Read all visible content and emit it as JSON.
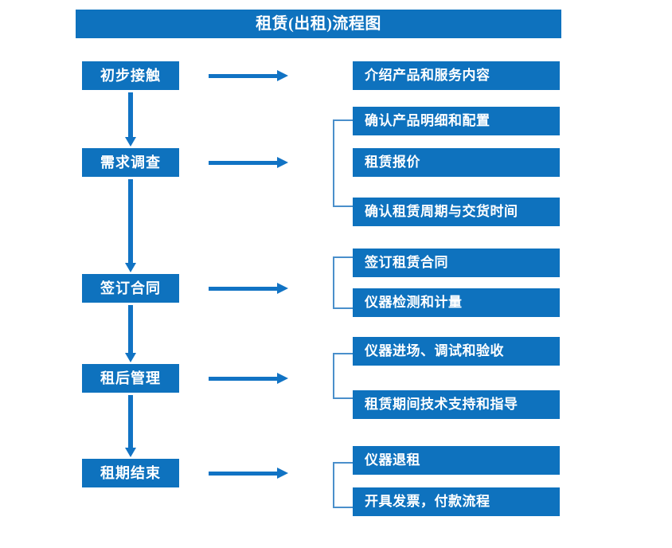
{
  "title": "租赁(出租)流程图",
  "colors": {
    "primary_blue": "#0E72BE",
    "arrow_blue": "#1173C4",
    "bracket_blue": "#4A8FCB",
    "background": "#FFFFFF",
    "text": "#FFFFFF"
  },
  "stages": [
    {
      "label": "初步接触"
    },
    {
      "label": "需求调查"
    },
    {
      "label": "签订合同"
    },
    {
      "label": "租后管理"
    },
    {
      "label": "租期结束"
    }
  ],
  "details": [
    {
      "label": "介绍产品和服务内容"
    },
    {
      "label": "确认产品明细和配置"
    },
    {
      "label": "租赁报价"
    },
    {
      "label": "确认租赁周期与交货时间"
    },
    {
      "label": "签订租赁合同"
    },
    {
      "label": "仪器检测和计量"
    },
    {
      "label": "仪器进场、调试和验收"
    },
    {
      "label": "租赁期间技术支持和指导"
    },
    {
      "label": "仪器退租"
    },
    {
      "label": "开具发票，付款流程"
    }
  ],
  "chart_data": {
    "type": "diagram",
    "title": "租赁(出租)流程图",
    "diagram_kind": "flowchart",
    "orientation": "vertical-with-side-branches",
    "nodes": [
      {
        "id": "s1",
        "label": "初步接触",
        "column": "stage",
        "order": 1
      },
      {
        "id": "s2",
        "label": "需求调查",
        "column": "stage",
        "order": 2
      },
      {
        "id": "s3",
        "label": "签订合同",
        "column": "stage",
        "order": 3
      },
      {
        "id": "s4",
        "label": "租后管理",
        "column": "stage",
        "order": 4
      },
      {
        "id": "s5",
        "label": "租期结束",
        "column": "stage",
        "order": 5
      },
      {
        "id": "d1",
        "label": "介绍产品和服务内容",
        "column": "detail",
        "group": 1
      },
      {
        "id": "d2",
        "label": "确认产品明细和配置",
        "column": "detail",
        "group": 2
      },
      {
        "id": "d3",
        "label": "租赁报价",
        "column": "detail",
        "group": 2
      },
      {
        "id": "d4",
        "label": "确认租赁周期与交货时间",
        "column": "detail",
        "group": 2
      },
      {
        "id": "d5",
        "label": "签订租赁合同",
        "column": "detail",
        "group": 3
      },
      {
        "id": "d6",
        "label": "仪器检测和计量",
        "column": "detail",
        "group": 3
      },
      {
        "id": "d7",
        "label": "仪器进场、调试和验收",
        "column": "detail",
        "group": 4
      },
      {
        "id": "d8",
        "label": "租赁期间技术支持和指导",
        "column": "detail",
        "group": 4
      },
      {
        "id": "d9",
        "label": "仪器退租",
        "column": "detail",
        "group": 5
      },
      {
        "id": "d10",
        "label": "开具发票，付款流程",
        "column": "detail",
        "group": 5
      }
    ],
    "edges": [
      {
        "from": "s1",
        "to": "s2",
        "type": "vertical-arrow"
      },
      {
        "from": "s2",
        "to": "s3",
        "type": "vertical-arrow"
      },
      {
        "from": "s3",
        "to": "s4",
        "type": "vertical-arrow"
      },
      {
        "from": "s4",
        "to": "s5",
        "type": "vertical-arrow"
      },
      {
        "from": "s1",
        "to": "group1",
        "type": "horizontal-arrow"
      },
      {
        "from": "s2",
        "to": "group2",
        "type": "horizontal-arrow"
      },
      {
        "from": "s3",
        "to": "group3",
        "type": "horizontal-arrow"
      },
      {
        "from": "s4",
        "to": "group4",
        "type": "horizontal-arrow"
      },
      {
        "from": "s5",
        "to": "group5",
        "type": "horizontal-arrow"
      }
    ],
    "groups": [
      {
        "id": "group1",
        "members": [
          "d1"
        ],
        "bracket": false
      },
      {
        "id": "group2",
        "members": [
          "d2",
          "d3",
          "d4"
        ],
        "bracket": true
      },
      {
        "id": "group3",
        "members": [
          "d5",
          "d6"
        ],
        "bracket": true
      },
      {
        "id": "group4",
        "members": [
          "d7",
          "d8"
        ],
        "bracket": true
      },
      {
        "id": "group5",
        "members": [
          "d9",
          "d10"
        ],
        "bracket": true
      }
    ]
  }
}
